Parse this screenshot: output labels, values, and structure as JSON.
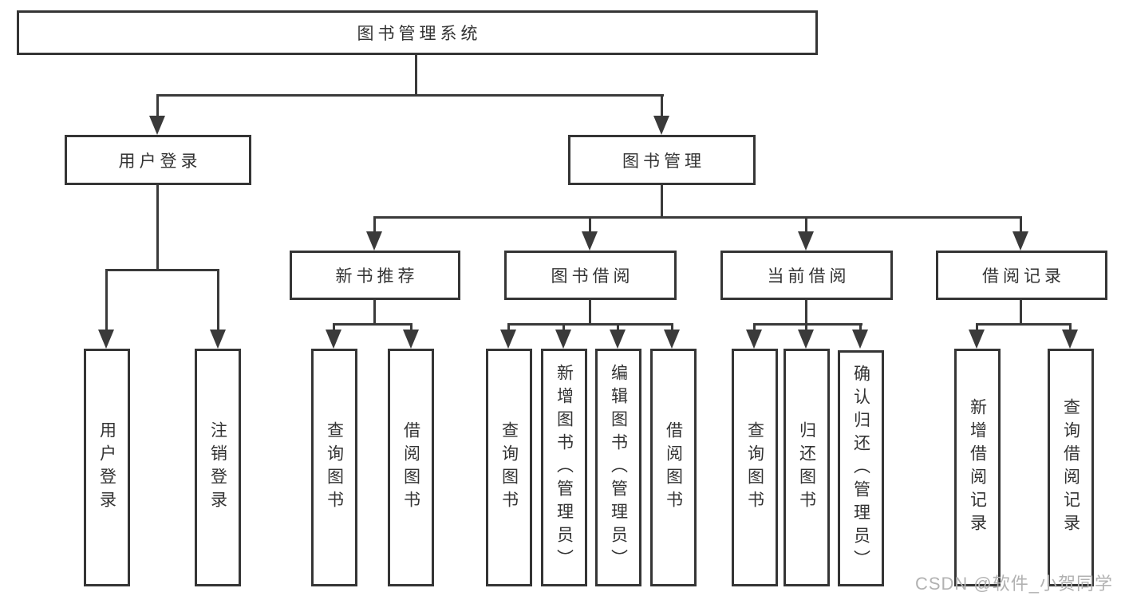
{
  "colors": {
    "background": "#ffffff",
    "box_border": "#353535",
    "line": "#3a3a3a",
    "text": "#333333",
    "watermark": "#b2b2b2"
  },
  "nodes": {
    "root": "图书管理系统",
    "user_login": "用户登录",
    "book_mgmt": "图书管理",
    "new_book_rec": "新书推荐",
    "book_borrow": "图书借阅",
    "current_borrow": "当前借阅",
    "borrow_records": "借阅记录",
    "leaf_user_login": "用户登录",
    "leaf_logout": "注销登录",
    "leaf_query_book_a": "查询图书",
    "leaf_borrow_book_a": "借阅图书",
    "leaf_query_book_b": "查询图书",
    "leaf_add_book": "新增图书（管理员）",
    "leaf_edit_book": "编辑图书（管理员）",
    "leaf_borrow_book_b": "借阅图书",
    "leaf_query_book_c": "查询图书",
    "leaf_return_book": "归还图书",
    "leaf_confirm_return": "确认归还（管理员）",
    "leaf_add_borrow_record": "新增借阅记录",
    "leaf_query_borrow_record": "查询借阅记录"
  },
  "structure": {
    "图书管理系统": [
      "用户登录",
      "图书管理"
    ],
    "用户登录": [
      "用户登录",
      "注销登录"
    ],
    "图书管理": [
      "新书推荐",
      "图书借阅",
      "当前借阅",
      "借阅记录"
    ],
    "新书推荐": [
      "查询图书",
      "借阅图书"
    ],
    "图书借阅": [
      "查询图书",
      "新增图书（管理员）",
      "编辑图书（管理员）",
      "借阅图书"
    ],
    "当前借阅": [
      "查询图书",
      "归还图书",
      "确认归还（管理员）"
    ],
    "借阅记录": [
      "新增借阅记录",
      "查询借阅记录"
    ]
  },
  "watermark": {
    "text": "CSDN @软件_小贺同学"
  }
}
